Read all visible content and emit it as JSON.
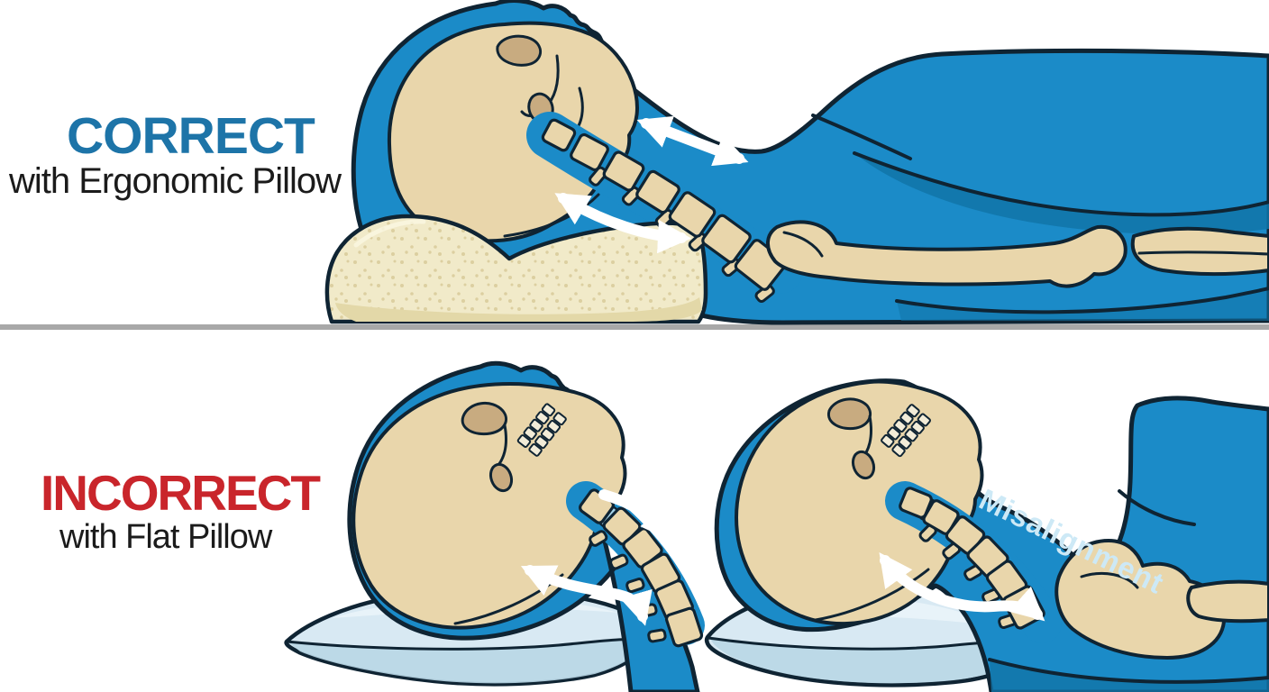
{
  "panels": {
    "correct": {
      "title": "CORRECT",
      "subtitle": "with Ergonomic Pillow",
      "pillow_type": "ergonomic contour pillow",
      "posture": "head and cervical spine aligned"
    },
    "incorrect": {
      "title": "INCORRECT",
      "subtitle": "with Flat Pillow",
      "annotation": "Misalignment",
      "pillow_type": "flat pillow",
      "posture": "neck flexed, cervical spine curved"
    }
  },
  "colors": {
    "body_blue": "#1b8bc8",
    "body_blue_shade": "#1174a8",
    "outline_dark": "#0f2433",
    "bone": "#e9d6ab",
    "bone_shade": "#c8ab80",
    "bone_light": "#f2ecd8",
    "disc_blue": "#a6d4ea",
    "ergo_pillow": "#f1eac9",
    "ergo_pillow_dot": "#dccfa0",
    "ergo_pillow_shade": "#e3d8a8",
    "flat_pillow": "#d8e9f3",
    "flat_pillow_shade": "#b9d7e6",
    "flat_pillow_light": "#eaf4f9",
    "floor_gray": "#a8a8a8",
    "arrow_white": "#ffffff",
    "correct_blue": "#1d74a8",
    "incorrect_red": "#c9252b",
    "label_black": "#1b1b1b",
    "misalign_text": "#cde9f6"
  }
}
